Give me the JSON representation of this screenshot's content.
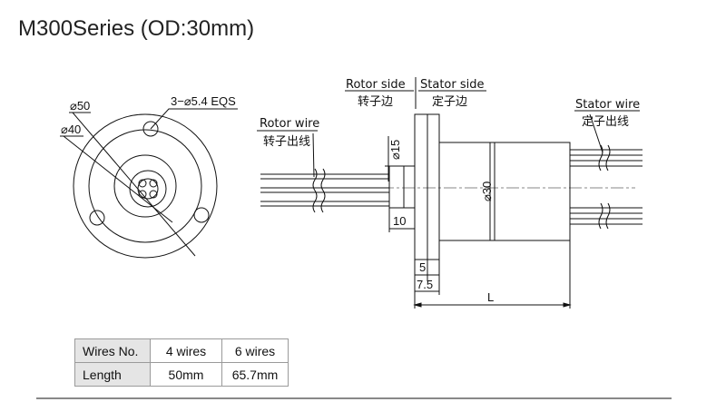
{
  "title": "M300Series (OD:30mm)",
  "front_view": {
    "dia_outer": "⌀50",
    "dia_pcd": "⌀40",
    "holes": "3−⌀5.4 EQS"
  },
  "side_view": {
    "rotor_side": "Rotor side",
    "rotor_side_cn": "转子边",
    "stator_side": "Stator side",
    "stator_side_cn": "定子边",
    "rotor_wire": "Rotor wire",
    "rotor_wire_cn": "转子出线",
    "stator_wire": "Stator wire",
    "stator_wire_cn": "定子出线",
    "dim_15": "⌀15",
    "dim_30": "⌀30",
    "dim_10": "10",
    "dim_5": "5",
    "dim_7_5": "7.5",
    "dim_L": "L"
  },
  "spec_table": {
    "rows": [
      {
        "label": "Wires No.",
        "a": "4 wires",
        "b": "6 wires"
      },
      {
        "label": "Length",
        "a": "50mm",
        "b": "65.7mm"
      }
    ]
  }
}
